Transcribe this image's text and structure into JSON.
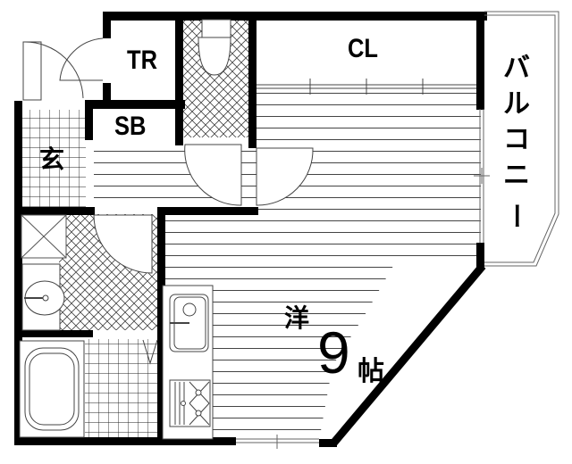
{
  "floor_plan": {
    "rooms": {
      "tr": {
        "label": "TR"
      },
      "sb": {
        "label": "SB"
      },
      "cl": {
        "label": "CL"
      },
      "entrance": {
        "label": "玄"
      },
      "balcony": {
        "label": "バルコニー",
        "chars": [
          "バ",
          "ル",
          "コ",
          "ニ",
          "ー"
        ]
      },
      "western_room": {
        "prefix": "洋",
        "size": "9",
        "unit": "帖"
      }
    },
    "colors": {
      "wall": "#000000",
      "line": "#555555",
      "background": "#ffffff"
    }
  }
}
